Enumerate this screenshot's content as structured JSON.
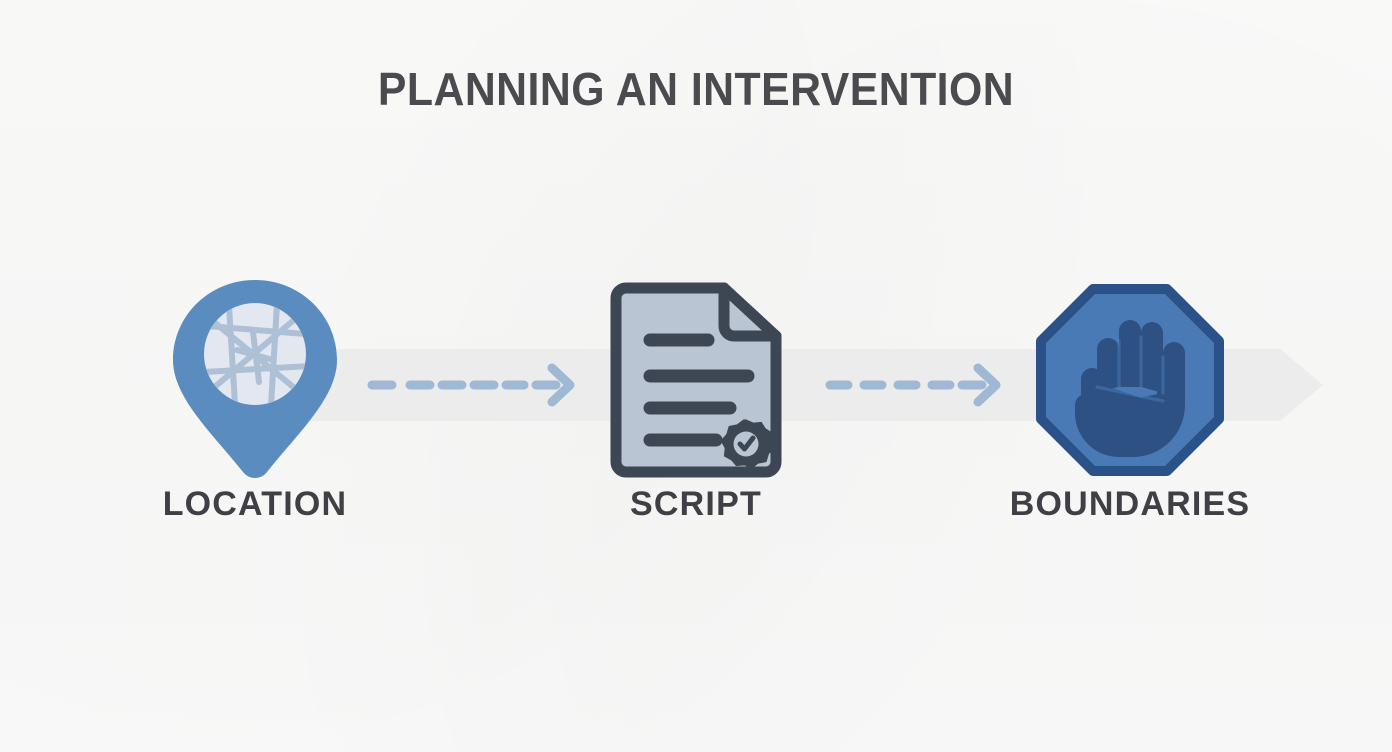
{
  "title": "PLANNING AN INTERVENTION",
  "background": {
    "page_color": "#fafafa",
    "ribbon_color": "#ececec"
  },
  "palette": {
    "title_text": "#4a4a4f",
    "label_text": "#3f3f45",
    "pin_blue": "#5a8cc0",
    "map_circle": "#e3e7f0",
    "map_roads": "#aec0d5",
    "doc_fill": "#b9c5d3",
    "doc_outline": "#3d4754",
    "badge_color": "#3d4754",
    "stop_fill": "#4a7ab5",
    "stop_border": "#2b5288",
    "hand_color": "#2d5182",
    "arrow_color": "#9fb8d4"
  },
  "steps": [
    {
      "id": "location",
      "label": "LOCATION",
      "icon": "map-pin-icon",
      "order": 1
    },
    {
      "id": "script",
      "label": "SCRIPT",
      "icon": "document-verified-icon",
      "order": 2
    },
    {
      "id": "boundaries",
      "label": "BOUNDARIES",
      "icon": "stop-hand-icon",
      "order": 3
    }
  ],
  "connectors": [
    {
      "id": "arrow-1",
      "from": "location",
      "to": "script",
      "style": "dashed-arrow",
      "dashes": 6
    },
    {
      "id": "arrow-2",
      "from": "script",
      "to": "boundaries",
      "style": "dashed-arrow",
      "dashes": 5
    }
  ]
}
